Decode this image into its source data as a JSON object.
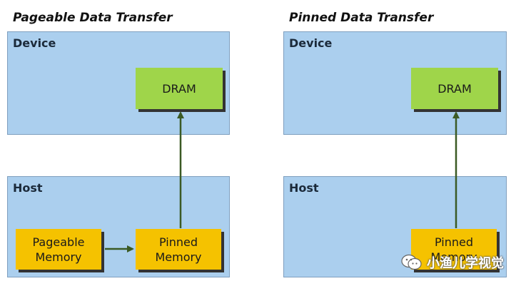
{
  "left": {
    "title": "Pageable Data Transfer",
    "device_label": "Device",
    "dram_label": "DRAM",
    "host_label": "Host",
    "pageable_label": "Pageable\nMemory",
    "pinned_label": "Pinned\nMemory"
  },
  "right": {
    "title": "Pinned Data Transfer",
    "device_label": "Device",
    "dram_label": "DRAM",
    "host_label": "Host",
    "pinned_label": "Pinned\nMemory"
  },
  "watermark": {
    "text": "小渔儿学视觉",
    "icon": "wechat-icon"
  },
  "colors": {
    "panel": "#abcfee",
    "dram": "#9fd54a",
    "memory": "#f5c200",
    "arrow": "#3b5a24"
  }
}
